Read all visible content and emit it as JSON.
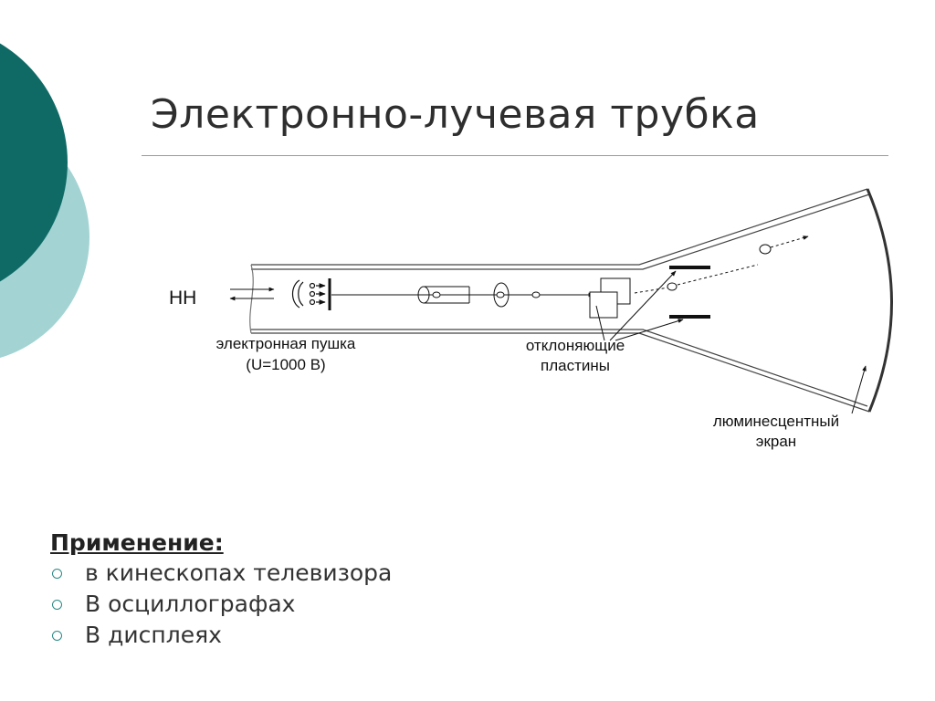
{
  "slide": {
    "title": "Электронно-лучевая трубка",
    "accent_colors": {
      "dark_teal": "#0f6a66",
      "light_teal": "#a3d4d3",
      "bullet": "#2a8a86"
    }
  },
  "diagram": {
    "labels": {
      "hn": "НН",
      "gun_line1": "электронная пушка",
      "gun_line2": "(U=1000 В)",
      "plates_line1": "отклоняющие",
      "plates_line2": "пластины",
      "screen_line1": "люминесцентный",
      "screen_line2": "экран"
    }
  },
  "usage": {
    "heading": "Применение:",
    "items": [
      "в кинескопах телевизора",
      "В осциллографах",
      "В дисплеях"
    ]
  }
}
